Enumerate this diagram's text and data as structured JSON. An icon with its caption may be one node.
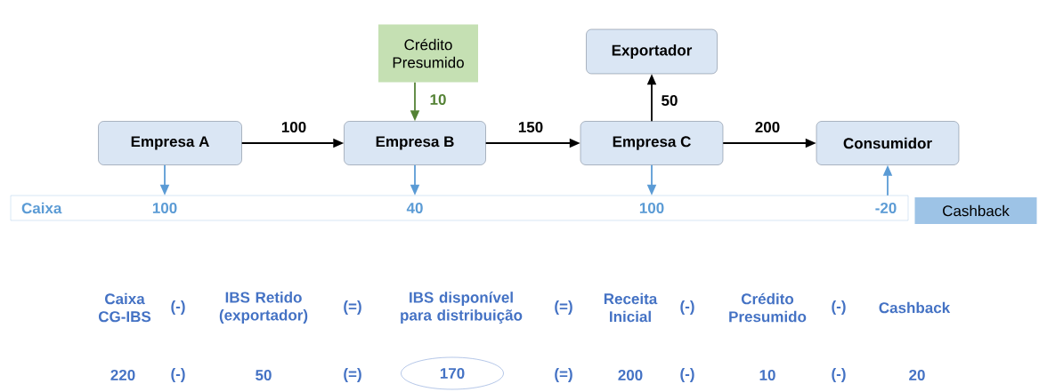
{
  "diagram": {
    "nodes": [
      {
        "text": [
          "Crédito Presumido"
        ]
      },
      {
        "text": [
          "Exportador"
        ]
      },
      {
        "text": [
          "Empresa A"
        ]
      },
      {
        "text": [
          "Empresa B"
        ]
      },
      {
        "text": [
          "Empresa C"
        ]
      },
      {
        "text": [
          "Consumidor"
        ]
      },
      {
        "text": [
          "Caixa"
        ]
      },
      {
        "text": [
          "100"
        ],
        "in": 6
      },
      {
        "text": [
          "40"
        ],
        "in": 6
      },
      {
        "text": [
          "100"
        ],
        "in": 6
      },
      {
        "text": [
          "-20"
        ],
        "in": 6
      },
      {
        "text": [
          "Cashback"
        ]
      },
      {
        "text": [
          "170"
        ]
      }
    ],
    "edges": [
      {
        "from": 0,
        "to": 3,
        "arrow": "to",
        "label": "10",
        "color": "#548235"
      },
      {
        "from": 4,
        "to": 1,
        "arrow": "to",
        "label": "50"
      },
      {
        "from": 2,
        "to": 3,
        "arrow": "to",
        "label": "100"
      },
      {
        "from": 3,
        "to": 4,
        "arrow": "to",
        "label": "150"
      },
      {
        "from": 4,
        "to": 5,
        "arrow": "to",
        "label": "200"
      },
      {
        "from": 2,
        "to": 7,
        "arrow": "to",
        "color": "#5b9bd5"
      },
      {
        "from": 3,
        "to": 8,
        "arrow": "to",
        "color": "#5b9bd5"
      },
      {
        "from": 4,
        "to": 9,
        "arrow": "to",
        "color": "#5b9bd5"
      },
      {
        "from": 10,
        "to": 5,
        "arrow": "to",
        "color": "#5b9bd5"
      }
    ],
    "labels": [
      "Caixa CG-IBS",
      "(-)",
      "IBS Retido (exportador)",
      "(=)",
      "IBS disponível para distribuição",
      "(=)",
      "Receita Inicial",
      "(-)",
      "Crédito Presumido",
      "(-)",
      "Cashback",
      "220",
      "(-)",
      "50",
      "(=)",
      "(=)",
      "200",
      "(-)",
      "10",
      "(-)",
      "20"
    ]
  }
}
